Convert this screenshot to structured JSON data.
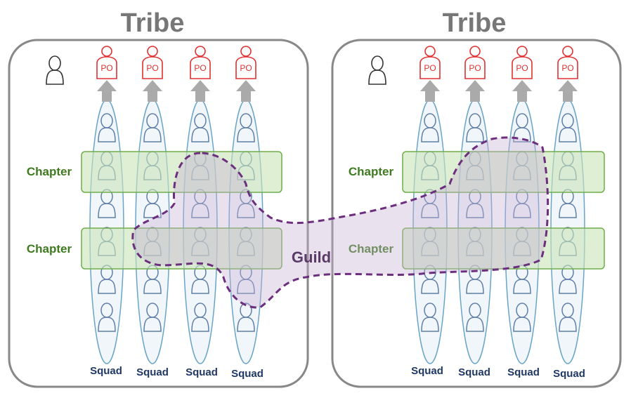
{
  "tribes": [
    {
      "title": "Tribe",
      "chapters": [
        "Chapter",
        "Chapter"
      ],
      "squads": [
        "Squad",
        "Squad",
        "Squad",
        "Squad"
      ],
      "product_owners": [
        "PO",
        "PO",
        "PO",
        "PO"
      ],
      "members_per_squad": 6
    },
    {
      "title": "Tribe",
      "chapters": [
        "Chapter",
        "Chapter"
      ],
      "squads": [
        "Squad",
        "Squad",
        "Squad",
        "Squad"
      ],
      "product_owners": [
        "PO",
        "PO",
        "PO",
        "PO"
      ],
      "members_per_squad": 6
    }
  ],
  "guild": {
    "label": "Guild"
  },
  "colors": {
    "tribe_border": "#888888",
    "tribe_title": "#777777",
    "squad_fill": "#e6eef6",
    "squad_stroke": "#6aa5c8",
    "person_stroke": "#5e7ea8",
    "chapter_fill": "#c9e4b8",
    "chapter_stroke": "#6fae4a",
    "chapter_text": "#3e7a1e",
    "guild_fill": "#c8b0d4",
    "guild_stroke": "#6b2f7d",
    "po_color": "#e03030",
    "arrow": "#aaaaaa",
    "squad_text": "#1f3864"
  }
}
